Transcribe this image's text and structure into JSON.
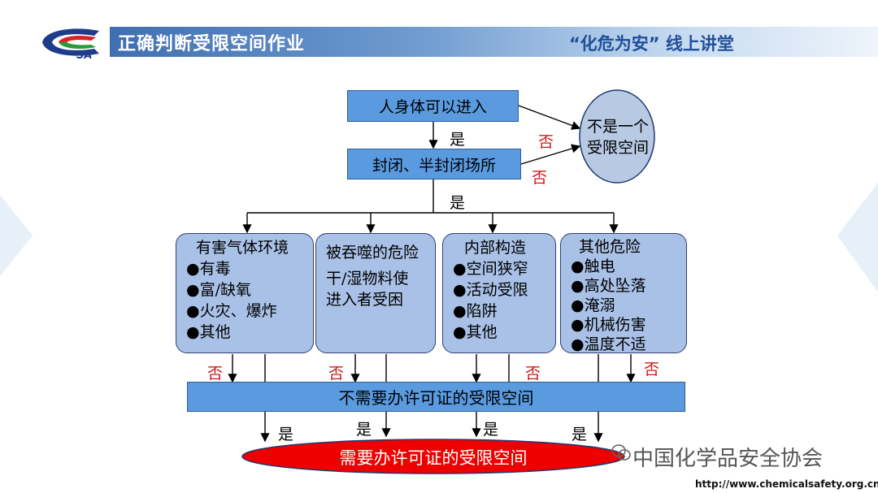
{
  "header": {
    "title": "正确判断受限空间作业",
    "subtitle": "“化危为安” 线上讲堂",
    "logo_text": "SA"
  },
  "flow": {
    "q1": "人身体可以进入",
    "q2": "封闭、半封闭场所",
    "not_confined": [
      "不是一个",
      "受限空间"
    ],
    "categories": [
      {
        "title": "有害气体环境",
        "items": [
          "●有毒",
          "●富/缺氧",
          "●火灾、爆炸",
          "●其他"
        ]
      },
      {
        "title": "被吞噬的危险",
        "items": [
          "",
          "干/湿物料使",
          "进入者受困"
        ]
      },
      {
        "title": "内部构造",
        "items": [
          "●空间狭窄",
          "●活动受限",
          "●陷阱",
          "●其他"
        ]
      },
      {
        "title": "其他危险",
        "items": [
          "●触电",
          "●高处坠落",
          "●淹溺",
          "●机械伤害",
          "●温度不适"
        ]
      }
    ],
    "no_permit": "不需要办许可证的受限空间",
    "permit": "需要办许可证的受限空间",
    "yes": "是",
    "no": "否"
  },
  "watermark": {
    "text": "中国化学品安全协会",
    "url": "http://www.chemicalsafety.org.cn"
  },
  "colors": {
    "box_blue": "#5a9be0",
    "category_fill": "#a9c1e7",
    "oval_gray": "#b7c9e3",
    "oval_red": "#ee0000",
    "no_red": "#cc1a1a"
  }
}
